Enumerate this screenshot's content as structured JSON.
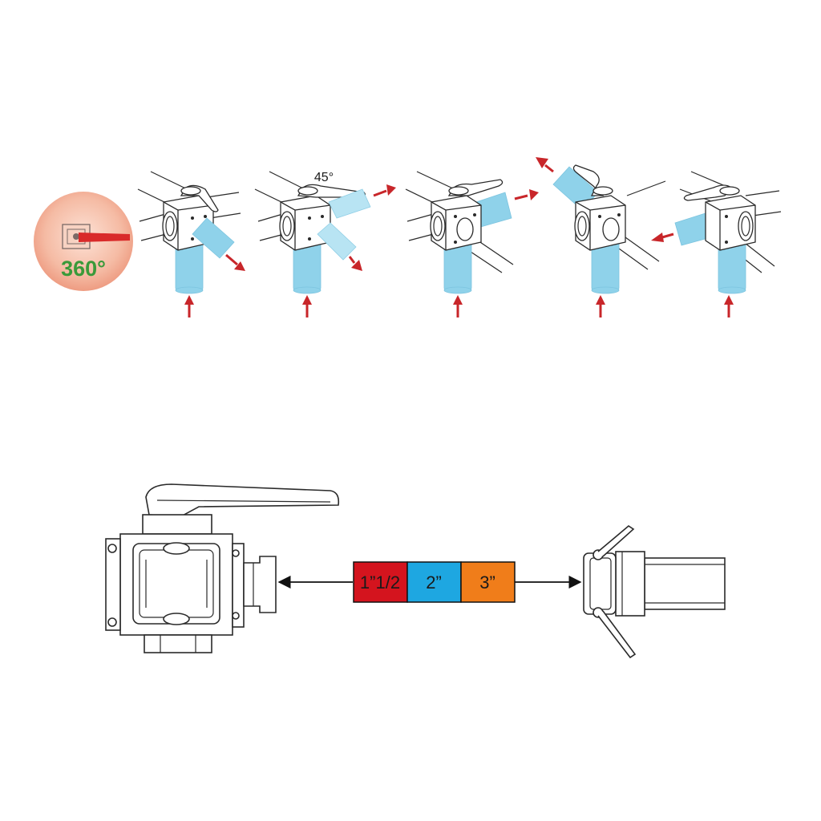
{
  "rotation_badge": {
    "label": "360°",
    "handle_color": "#d92a2a",
    "label_color": "#3a9a3a"
  },
  "valve_positions": [
    {
      "id": "pos-1",
      "outlet": "down-right"
    },
    {
      "id": "pos-2",
      "outlet": "split",
      "angle_label": "45°"
    },
    {
      "id": "pos-3",
      "outlet": "right"
    },
    {
      "id": "pos-4",
      "outlet": "up-left"
    },
    {
      "id": "pos-5",
      "outlet": "left"
    }
  ],
  "connection_sizes": [
    {
      "label": "1”1/2",
      "color": "#d4141e"
    },
    {
      "label": "2”",
      "color": "#1ea7e1"
    },
    {
      "label": "3”",
      "color": "#f07d1a"
    }
  ],
  "colors": {
    "pipe": "#8fd2ea",
    "flow_arrow": "#c8262a",
    "badge_bg": "#f3b39b"
  }
}
